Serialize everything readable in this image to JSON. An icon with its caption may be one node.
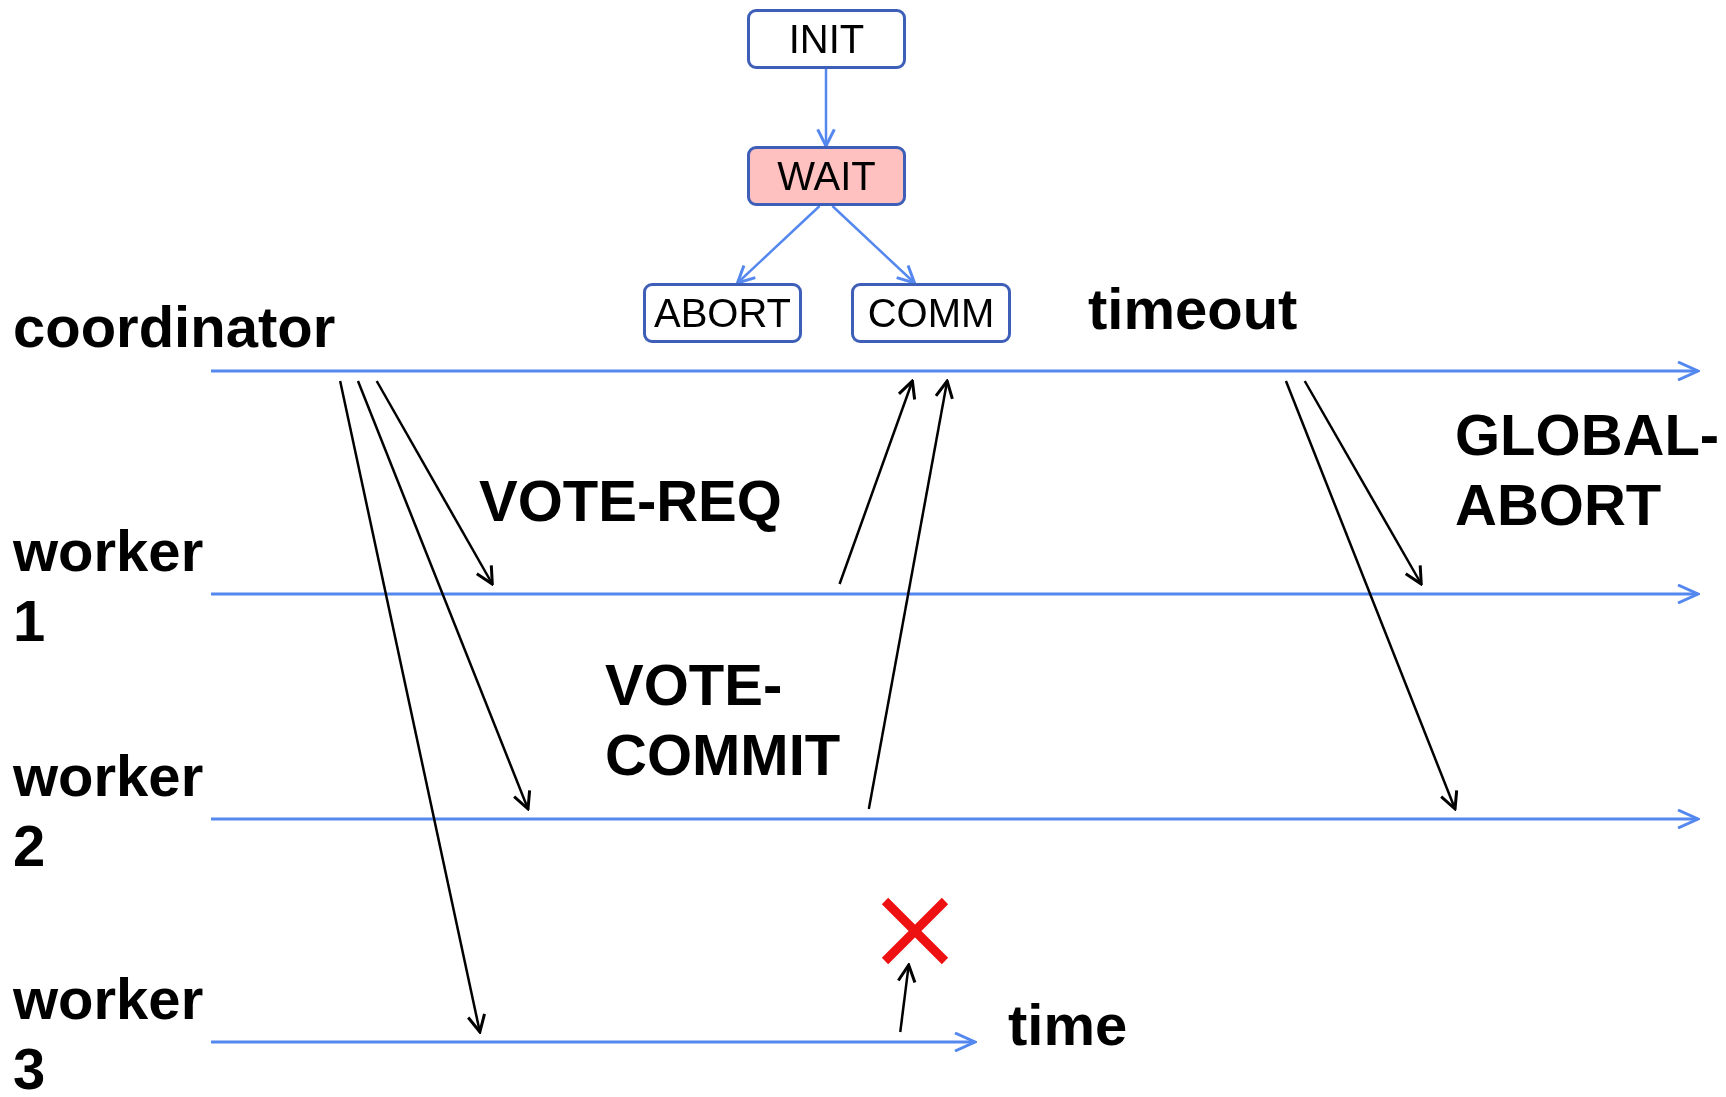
{
  "diagram": {
    "nodes": [
      {
        "text": [
          "INIT"
        ]
      },
      {
        "text": [
          "WAIT"
        ]
      },
      {
        "text": [
          "ABORT"
        ]
      },
      {
        "text": [
          "COMM"
        ]
      },
      {
        "text": [],
        "shape": "bar",
        "beside": [
          "coordinator"
        ]
      },
      {
        "text": [],
        "shape": "bar",
        "beside": [
          "worker 1"
        ]
      },
      {
        "text": [],
        "shape": "bar",
        "beside": [
          "worker 2"
        ]
      },
      {
        "text": [],
        "shape": "bar",
        "beside": [
          "worker 3"
        ]
      },
      {
        "text": [],
        "shape": "cross"
      }
    ],
    "edges": [
      {
        "from": 0,
        "to": 1,
        "arrow": "to",
        "color": "#5588ee"
      },
      {
        "from": 1,
        "to": 2,
        "arrow": "to",
        "color": "#5588ee"
      },
      {
        "from": 1,
        "to": 3,
        "arrow": "to",
        "color": "#5588ee"
      },
      {
        "from": 4,
        "to": 5,
        "arrow": "to"
      },
      {
        "from": 4,
        "to": 6,
        "arrow": "to"
      },
      {
        "from": 4,
        "to": 7,
        "arrow": "to"
      },
      {
        "from": 5,
        "to": 4,
        "arrow": "to"
      },
      {
        "from": 6,
        "to": 4,
        "arrow": "to"
      },
      {
        "from": 7,
        "to": 8,
        "arrow": "to"
      },
      {
        "from": 4,
        "to": 5,
        "arrow": "to"
      },
      {
        "from": 4,
        "to": 6,
        "arrow": "to"
      }
    ],
    "labels": [
      "timeout",
      "GLOBAL-ABORT",
      "VOTE-REQ",
      "VOTE-COMMIT",
      "time"
    ]
  }
}
